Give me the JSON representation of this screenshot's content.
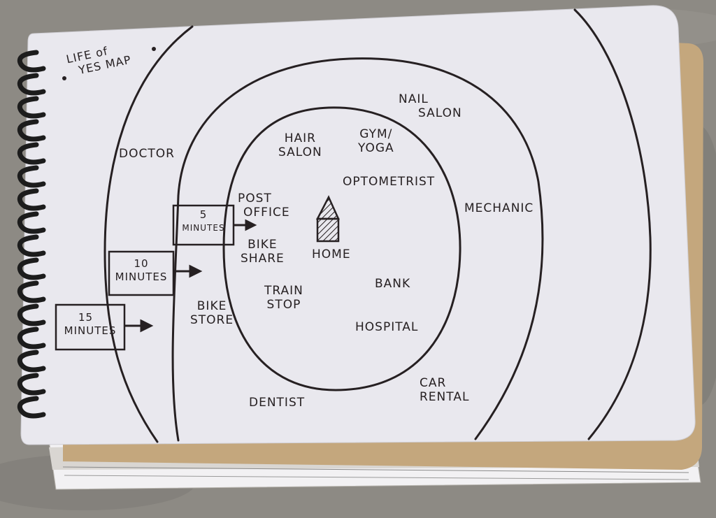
{
  "title": {
    "line1": "LIFE of",
    "line2": "YES MAP"
  },
  "time_boxes": [
    {
      "line1": "5",
      "line2": "MINUTES"
    },
    {
      "line1": "10",
      "line2": "MINUTES"
    },
    {
      "line1": "15",
      "line2": "MINUTES"
    }
  ],
  "center": {
    "label": "HOME"
  },
  "inner_ring_places": {
    "hair_salon": {
      "line1": "HAIR",
      "line2": "SALON"
    },
    "gym_yoga": {
      "line1": "GYM/",
      "line2": "YOGA"
    },
    "optometrist": "OPTOMETRIST",
    "post_office": {
      "line1": "POST",
      "line2": "OFFICE"
    },
    "bike_share": {
      "line1": "BIKE",
      "line2": "SHARE"
    },
    "train_stop": {
      "line1": "TRAIN",
      "line2": "STOP"
    },
    "bank": "BANK",
    "hospital": "HOSPITAL"
  },
  "middle_ring_places": {
    "nail_salon": {
      "line1": "NAIL",
      "line2": "SALON"
    },
    "mechanic": "MECHANIC",
    "bike_store": {
      "line1": "BIKE",
      "line2": "STORE"
    },
    "dentist": "DENTIST",
    "car_rental": {
      "line1": "CAR",
      "line2": "RENTAL"
    }
  },
  "outer_ring_places": {
    "doctor": "DOCTOR"
  },
  "colors": {
    "paper": "#e9e8ee",
    "ink": "#262022",
    "cardboard": "#c4a77d",
    "background": "#8d8a84",
    "spiral": "#1c1c1c"
  }
}
